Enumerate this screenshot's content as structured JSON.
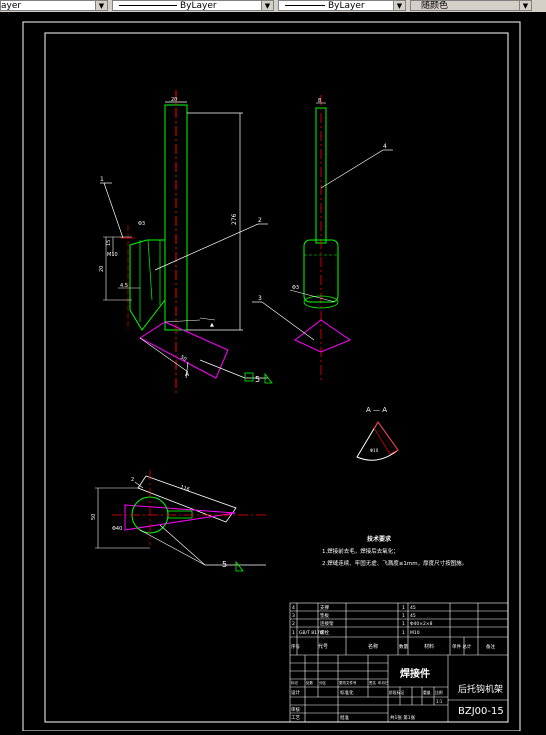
{
  "toolbar": {
    "layer_combo": "ayer",
    "linetype_combo": "ByLayer",
    "lineweight_combo": "ByLayer",
    "color_combo": "随颜色"
  },
  "drawing": {
    "dims": {
      "top_width": "20",
      "length": "276",
      "d15": "15",
      "d20": "20",
      "m10": "M10",
      "d45": "4.5",
      "phi": "Φ3",
      "fifty": "50",
      "top_r": "8",
      "right_d": "Φ3",
      "d116": "116",
      "d50": "50",
      "d40": "Φ40",
      "aa_d": "Φ10"
    },
    "balloons": [
      "1",
      "2",
      "3",
      "4",
      "5",
      "5"
    ],
    "section_label": "A — A",
    "tech_req": {
      "title": "技术要求",
      "line1": "1.焊接前去毛，焊接后去氧化；",
      "line2": "2.焊缝连续、牢固无虚、飞溅度≤1mm，厚度尺寸按图施。"
    },
    "title_block": {
      "parts": [
        {
          "no": "4",
          "code": "",
          "name": "支撑",
          "qty": "1",
          "material": "45"
        },
        {
          "no": "3",
          "code": "",
          "name": "垫板",
          "qty": "1",
          "material": "45"
        },
        {
          "no": "2",
          "code": "",
          "name": "连接架",
          "qty": "1",
          "material": "Φ40×2×8"
        },
        {
          "no": "1",
          "code": "GB/T 8170",
          "name": "螺栓",
          "qty": "1",
          "material": "M10"
        }
      ],
      "header": {
        "no": "序号",
        "code": "代号",
        "name": "名称",
        "qty": "数量",
        "material": "材料",
        "weight": "单件 总计",
        "remark": "备注"
      },
      "part_type": "焊接件",
      "product_name": "后托钩机架",
      "drawing_no": "BZJ00-15",
      "rows": {
        "mark": "标记",
        "process": "处数",
        "zone": "分区",
        "change_no": "更改文件号",
        "sign": "签名",
        "date": "年月日",
        "design": "设计",
        "standard": "标准化",
        "stage": "阶段标记",
        "weight": "重量",
        "scale": "比例",
        "review": "审核",
        "craft": "工艺",
        "approve": "批准",
        "scale_val": "1:1",
        "sheets": "共1张 第1张"
      }
    }
  }
}
